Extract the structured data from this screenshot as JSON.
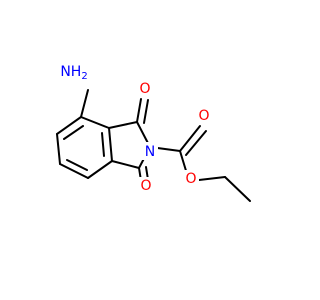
{
  "molecule": {
    "atoms": {
      "nh2": {
        "element": "N",
        "text": "NH",
        "subscript": "2",
        "color": "#0000ff"
      },
      "o_upper": {
        "element": "O",
        "text": "O",
        "color": "#ff0000"
      },
      "o_lower": {
        "element": "O",
        "text": "O",
        "color": "#ff0000"
      },
      "n_imide": {
        "element": "N",
        "text": "N",
        "color": "#0000ff"
      },
      "o_carbonyl": {
        "element": "O",
        "text": "O",
        "color": "#ff0000"
      },
      "o_ester": {
        "element": "O",
        "text": "O",
        "color": "#ff0000"
      }
    }
  }
}
